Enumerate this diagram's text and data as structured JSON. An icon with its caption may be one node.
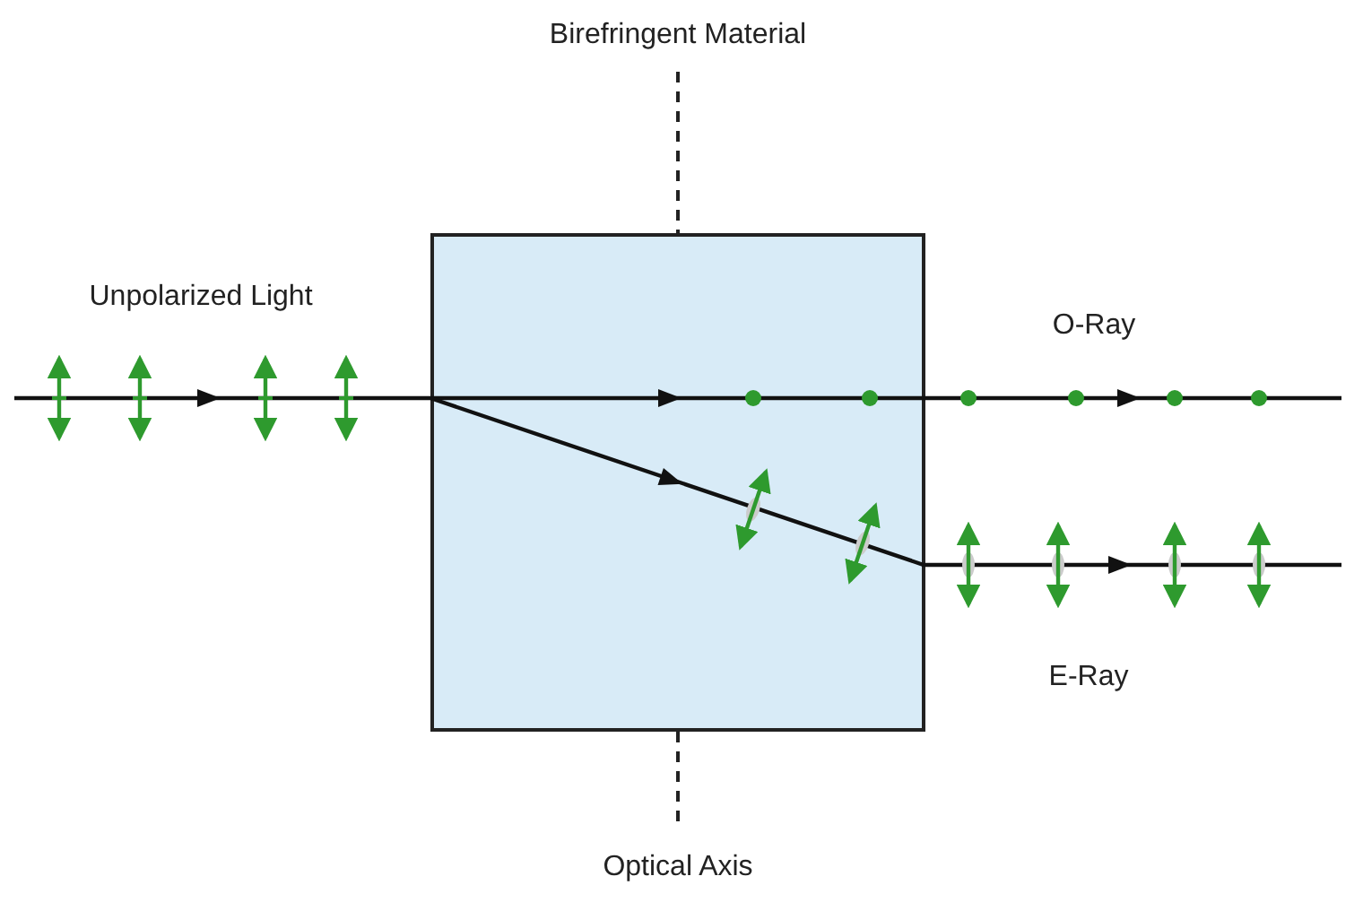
{
  "diagram": {
    "nodes": [
      {
        "text": [],
        "shape": "box"
      }
    ],
    "labels": [
      "Birefringent Material",
      "Unpolarized Light",
      "O-Ray",
      "E-Ray",
      "Optical Axis"
    ]
  }
}
